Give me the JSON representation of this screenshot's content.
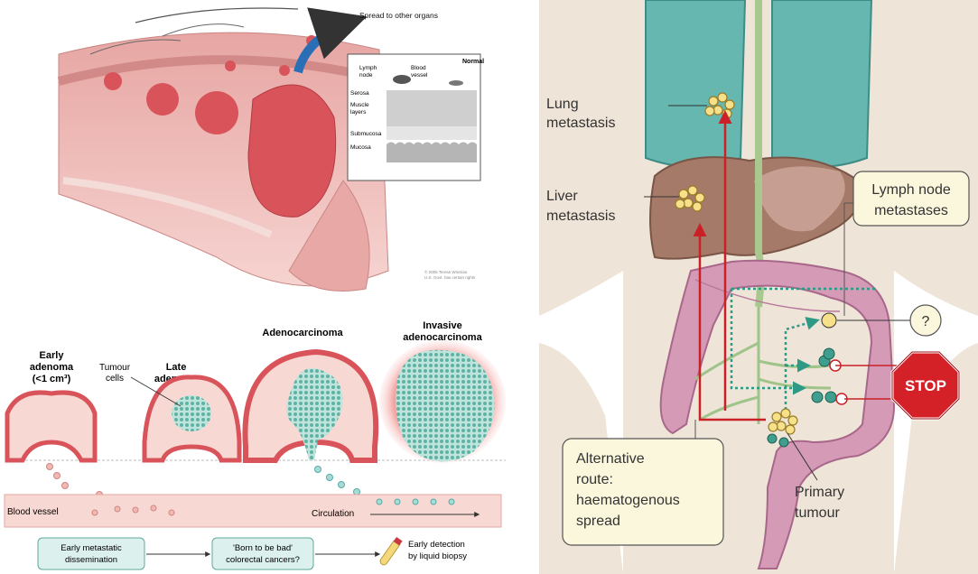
{
  "colon": {
    "spread_label": "Spread to other organs",
    "inset": {
      "title": "Normal",
      "lymph_node": [
        "Lymph",
        "node"
      ],
      "blood_vessel": [
        "Blood",
        "vessel"
      ],
      "serosa": "Serosa",
      "muscle_layers": [
        "Muscle",
        "layers"
      ],
      "submucosa": "Submucosa",
      "mucosa": "Mucosa"
    },
    "copyright": [
      "© 2005 Terese Winslow",
      "U.S. Govt. has certain rights"
    ]
  },
  "progression": {
    "stages": {
      "early_adenoma": [
        "Early",
        "adenoma",
        "(<1 cm³)"
      ],
      "tumour_cells": [
        "Tumour",
        "cells"
      ],
      "late_adenoma": [
        "Late",
        "adenoma"
      ],
      "adenocarcinoma": "Adenocarcinoma",
      "invasive": [
        "Invasive",
        "adenocarcinoma"
      ]
    },
    "blood_vessel": "Blood vessel",
    "circulation": "Circulation",
    "boxes": {
      "early_dissemination": [
        "Early metastatic",
        "dissemination"
      ],
      "born_to_be_bad": [
        "'Born to be bad'",
        "colorectal cancers?"
      ]
    },
    "early_detection": [
      "Early detection",
      "by liquid biopsy"
    ]
  },
  "anatomy": {
    "lung_metastasis": [
      "Lung",
      "metastasis"
    ],
    "liver_metastasis": [
      "Liver",
      "metastasis"
    ],
    "lymph_node_metastases": [
      "Lymph node",
      "metastases"
    ],
    "question": "?",
    "stop": "STOP",
    "alternative_route": [
      "Alternative",
      "route:",
      "haematogenous",
      "spread"
    ],
    "primary_tumour": [
      "Primary",
      "tumour"
    ]
  },
  "colors": {
    "tumour_red": "#d9545a",
    "lung_teal": "#66b7b0",
    "liver_brown": "#a57a68",
    "colon_pink": "#d59ab5",
    "route_red": "#cc2027",
    "lymph_teal": "#3f9e8e",
    "box_fill": "#fbf7dc",
    "stop_red": "#d42027",
    "progression_box": "#dcf1ee"
  }
}
